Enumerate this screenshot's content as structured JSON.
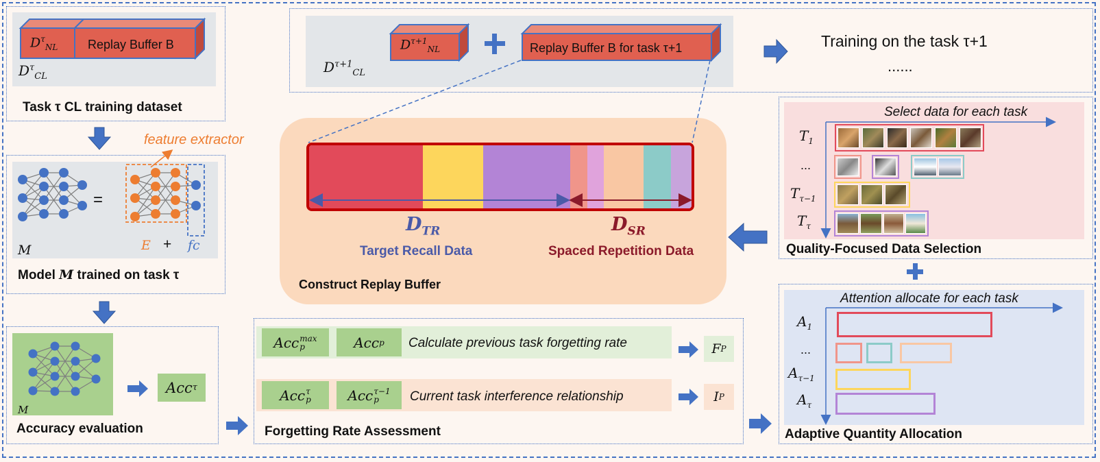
{
  "task_dataset": {
    "d_nl": "D",
    "d_nl_sup": "τ",
    "d_nl_sub": "NL",
    "replay_label": "Replay Buffer B",
    "d_cl": "D",
    "d_cl_sup": "τ",
    "d_cl_sub": "CL",
    "caption": "Task τ CL training dataset"
  },
  "next_task": {
    "d_nl": "D",
    "d_nl_sup": "τ+1",
    "d_nl_sub": "NL",
    "plus": "+",
    "replay_label": "Replay Buffer B for task τ+1",
    "d_cl": "D",
    "d_cl_sup": "τ+1",
    "d_cl_sub": "CL",
    "training_text": "Training on the task τ+1",
    "ellipsis": "......"
  },
  "model": {
    "feature_extractor": "feature extractor",
    "equals": "=",
    "m_label": "M",
    "e_label": "E",
    "plus": "+",
    "fc_label": "fc",
    "caption_pre": "Model ",
    "caption_m": "M",
    "caption_post": " trained on task τ"
  },
  "accuracy": {
    "m_label": "M",
    "acc": "Acc",
    "acc_sup": "τ",
    "caption": "Accuracy evaluation"
  },
  "forgetting": {
    "row1_acc_max": "Acc",
    "row1_acc_max_sup": "max",
    "row1_acc_max_sub": "p",
    "row1_acc": "Acc",
    "row1_acc_sub": "p",
    "row1_text": "Calculate previous task forgetting rate",
    "row1_out": "F",
    "row1_out_sub": "P",
    "row2_acc": "Acc",
    "row2_acc_sup": "τ",
    "row2_acc_sub": "p",
    "row2_acc2": "Acc",
    "row2_acc2_sup": "τ−1",
    "row2_acc2_sub": "p",
    "row2_text": "Current task interference relationship",
    "row2_out": "I",
    "row2_out_sub": "P",
    "caption": "Forgetting Rate Assessment"
  },
  "replay_buffer": {
    "dtr": "D",
    "dtr_sub": "TR",
    "dtr_desc": "Target Recall Data",
    "dsr": "D",
    "dsr_sub": "SR",
    "dsr_desc": "Spaced Repetition Data",
    "caption": "Construct Replay Buffer",
    "segments": [
      {
        "color": "#e24a5a",
        "weight": 167
      },
      {
        "color": "#fdd65c",
        "weight": 89
      },
      {
        "color": "#b384d6",
        "weight": 128
      },
      {
        "color": "#f0958a",
        "weight": 25
      },
      {
        "color": "#e0a3dc",
        "weight": 24
      },
      {
        "color": "#f9c7a3",
        "weight": 58
      },
      {
        "color": "#8ccbc8",
        "weight": 41
      },
      {
        "color": "#c7a4dc",
        "weight": 30
      }
    ]
  },
  "selection": {
    "title": "Select data for each task",
    "t1": "T",
    "t1_sub": "1",
    "dots": "...",
    "ttm1": "T",
    "ttm1_sub": "τ−1",
    "tt": "T",
    "tt_sub": "τ",
    "caption": "Quality-Focused Data Selection",
    "frame_colors": [
      "#e24a5a",
      "#f0958a",
      "#b384d6",
      "#8ccbc8",
      "#fdd65c",
      "#b384d6"
    ]
  },
  "allocation": {
    "title": "Attention allocate for each task",
    "a1": "A",
    "a1_sub": "1",
    "dots": "...",
    "atm1": "A",
    "atm1_sub": "τ−1",
    "at": "A",
    "at_sub": "τ",
    "caption": "Adaptive Quantity Allocation",
    "bar_colors": [
      "#e24a5a",
      "#f0958a",
      "#8ccbc8",
      "#f9c7a3",
      "#fdd65c",
      "#b384d6"
    ]
  },
  "colors": {
    "accent_blue": "#4472c4",
    "arrow_blue": "#4472c4",
    "dtr_blue": "#4a5aa8",
    "dsr_red": "#8b1a2a",
    "orange": "#ed7d31",
    "block_red": "#e06050"
  }
}
